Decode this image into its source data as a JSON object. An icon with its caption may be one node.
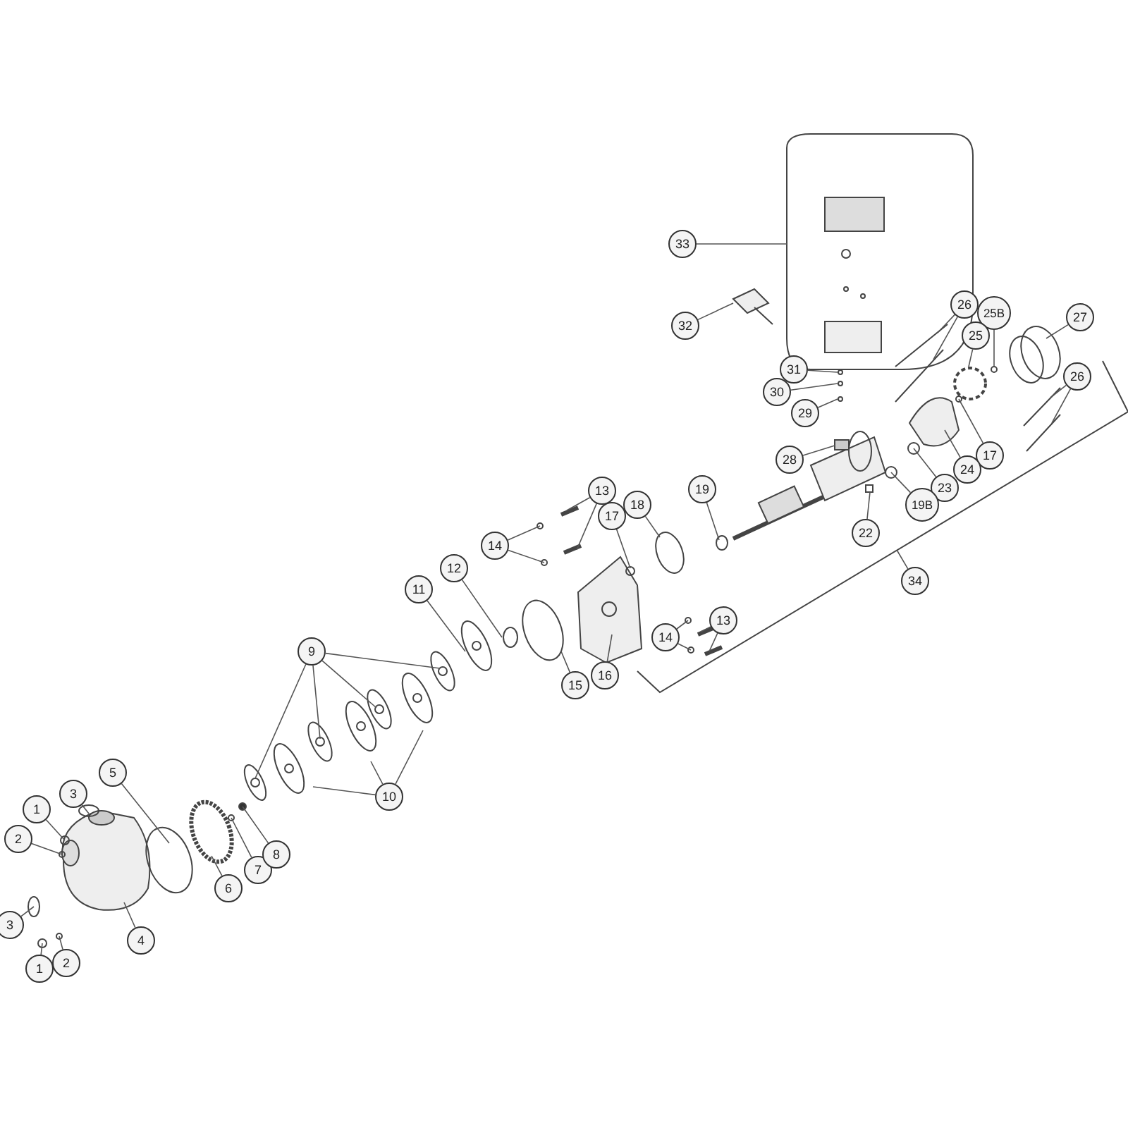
{
  "diagram": {
    "nodes": [
      {
        "text": [
          "1"
        ]
      },
      {
        "text": [
          "2"
        ]
      },
      {
        "text": [
          "3"
        ]
      },
      {
        "text": [
          "4"
        ]
      },
      {
        "text": [
          "1"
        ]
      },
      {
        "text": [
          "2"
        ]
      },
      {
        "text": [
          "3"
        ]
      },
      {
        "text": [
          "5"
        ]
      },
      {
        "text": [
          "6"
        ]
      },
      {
        "text": [
          "7"
        ]
      },
      {
        "text": [
          "8"
        ]
      },
      {
        "text": [
          "9"
        ]
      },
      {
        "text": [
          "10"
        ]
      },
      {
        "text": [
          "11"
        ]
      },
      {
        "text": [
          "12"
        ]
      },
      {
        "text": [
          "15"
        ]
      },
      {
        "text": [
          "16"
        ]
      },
      {
        "text": [
          "14"
        ]
      },
      {
        "text": [
          "13"
        ]
      },
      {
        "text": [
          "17"
        ]
      },
      {
        "text": [
          "18"
        ]
      },
      {
        "text": [
          "19"
        ]
      },
      {
        "text": [
          "14"
        ]
      },
      {
        "text": [
          "13"
        ]
      },
      {
        "text": [
          "33"
        ]
      },
      {
        "text": [
          "32"
        ]
      },
      {
        "text": [
          "31"
        ]
      },
      {
        "text": [
          "30"
        ]
      },
      {
        "text": [
          "29"
        ]
      },
      {
        "text": [
          "28"
        ]
      },
      {
        "text": [
          "26"
        ]
      },
      {
        "text": [
          "25B"
        ]
      },
      {
        "text": [
          "25"
        ]
      },
      {
        "text": [
          "27"
        ]
      },
      {
        "text": [
          "26"
        ]
      },
      {
        "text": [
          "17"
        ]
      },
      {
        "text": [
          "24"
        ]
      },
      {
        "text": [
          "23"
        ]
      },
      {
        "text": [
          "19B"
        ]
      },
      {
        "text": [
          "22"
        ]
      },
      {
        "text": [
          "34"
        ]
      }
    ],
    "edges": [
      {
        "from": 0,
        "to": null,
        "arrow": "none"
      },
      {
        "from": 1,
        "to": null,
        "arrow": "none"
      },
      {
        "from": 2,
        "to": null,
        "arrow": "none"
      },
      {
        "from": 3,
        "to": null,
        "arrow": "none"
      },
      {
        "from": 4,
        "to": null,
        "arrow": "none"
      },
      {
        "from": 5,
        "to": null,
        "arrow": "none"
      },
      {
        "from": 6,
        "to": null,
        "arrow": "none"
      },
      {
        "from": 7,
        "to": null,
        "arrow": "none"
      },
      {
        "from": 8,
        "to": null,
        "arrow": "none"
      },
      {
        "from": 9,
        "to": null,
        "arrow": "none"
      },
      {
        "from": 10,
        "to": null,
        "arrow": "none"
      },
      {
        "from": 11,
        "to": null,
        "arrow": "none"
      },
      {
        "from": 11,
        "to": null,
        "arrow": "none"
      },
      {
        "from": 11,
        "to": null,
        "arrow": "none"
      },
      {
        "from": 11,
        "to": null,
        "arrow": "none"
      },
      {
        "from": 12,
        "to": null,
        "arrow": "none"
      },
      {
        "from": 12,
        "to": null,
        "arrow": "none"
      },
      {
        "from": 12,
        "to": null,
        "arrow": "none"
      },
      {
        "from": 13,
        "to": null,
        "arrow": "none"
      },
      {
        "from": 14,
        "to": null,
        "arrow": "none"
      },
      {
        "from": 15,
        "to": null,
        "arrow": "none"
      },
      {
        "from": 16,
        "to": null,
        "arrow": "none"
      },
      {
        "from": 17,
        "to": null,
        "arrow": "none"
      },
      {
        "from": 17,
        "to": null,
        "arrow": "none"
      },
      {
        "from": 18,
        "to": null,
        "arrow": "none"
      },
      {
        "from": 18,
        "to": null,
        "arrow": "none"
      },
      {
        "from": 19,
        "to": null,
        "arrow": "none"
      },
      {
        "from": 20,
        "to": null,
        "arrow": "none"
      },
      {
        "from": 21,
        "to": null,
        "arrow": "none"
      },
      {
        "from": 22,
        "to": null,
        "arrow": "none"
      },
      {
        "from": 22,
        "to": null,
        "arrow": "none"
      },
      {
        "from": 23,
        "to": null,
        "arrow": "none"
      },
      {
        "from": 23,
        "to": null,
        "arrow": "none"
      },
      {
        "from": 24,
        "to": null,
        "arrow": "none"
      },
      {
        "from": 25,
        "to": null,
        "arrow": "none"
      },
      {
        "from": 26,
        "to": null,
        "arrow": "none"
      },
      {
        "from": 27,
        "to": null,
        "arrow": "none"
      },
      {
        "from": 28,
        "to": null,
        "arrow": "none"
      },
      {
        "from": 29,
        "to": null,
        "arrow": "none"
      },
      {
        "from": 30,
        "to": null,
        "arrow": "none"
      },
      {
        "from": 30,
        "to": null,
        "arrow": "none"
      },
      {
        "from": 31,
        "to": null,
        "arrow": "none"
      },
      {
        "from": 32,
        "to": null,
        "arrow": "none"
      },
      {
        "from": 33,
        "to": null,
        "arrow": "none"
      },
      {
        "from": 34,
        "to": null,
        "arrow": "none"
      },
      {
        "from": 34,
        "to": null,
        "arrow": "none"
      },
      {
        "from": 35,
        "to": null,
        "arrow": "none"
      },
      {
        "from": 36,
        "to": null,
        "arrow": "none"
      },
      {
        "from": 37,
        "to": null,
        "arrow": "none"
      },
      {
        "from": 38,
        "to": null,
        "arrow": "none"
      },
      {
        "from": 39,
        "to": null,
        "arrow": "none"
      },
      {
        "from": 40,
        "to": null,
        "arrow": "none"
      }
    ]
  }
}
